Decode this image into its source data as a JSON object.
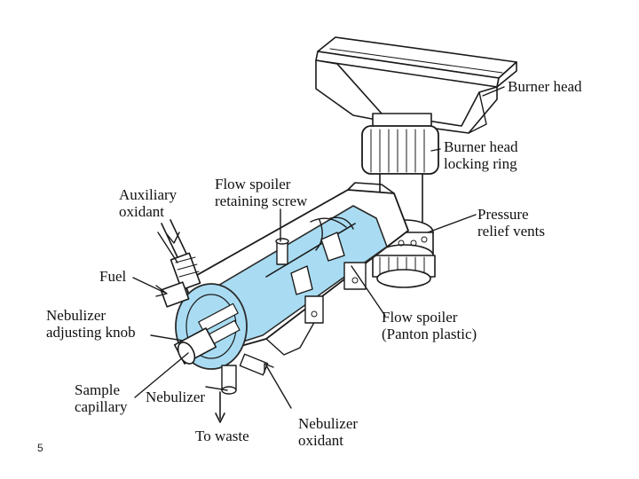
{
  "colors": {
    "line": "#1a1a1a",
    "fill": "#ffffff",
    "highlight": "#a9dcf2",
    "highlight_edge": "#2a2a2a"
  },
  "slide_number": "5",
  "labels": {
    "burner_head": [
      "Burner head"
    ],
    "burner_head_locking_ring": [
      "Burner head",
      "locking ring"
    ],
    "pressure_relief_vents": [
      "Pressure",
      "relief vents"
    ],
    "flow_spoiler_retaining_screw": [
      "Flow spoiler",
      "retaining screw"
    ],
    "auxiliary_oxidant": [
      "Auxiliary",
      "oxidant"
    ],
    "fuel": [
      "Fuel"
    ],
    "nebulizer_adjusting_knob": [
      "Nebulizer",
      "adjusting knob"
    ],
    "flow_spoiler_panton": [
      "Flow spoiler",
      "(Panton plastic)"
    ],
    "sample_capillary": [
      "Sample",
      "capillary"
    ],
    "nebulizer": [
      "Nebulizer"
    ],
    "to_waste": [
      "To waste"
    ],
    "nebulizer_oxidant": [
      "Nebulizer",
      "oxidant"
    ]
  }
}
